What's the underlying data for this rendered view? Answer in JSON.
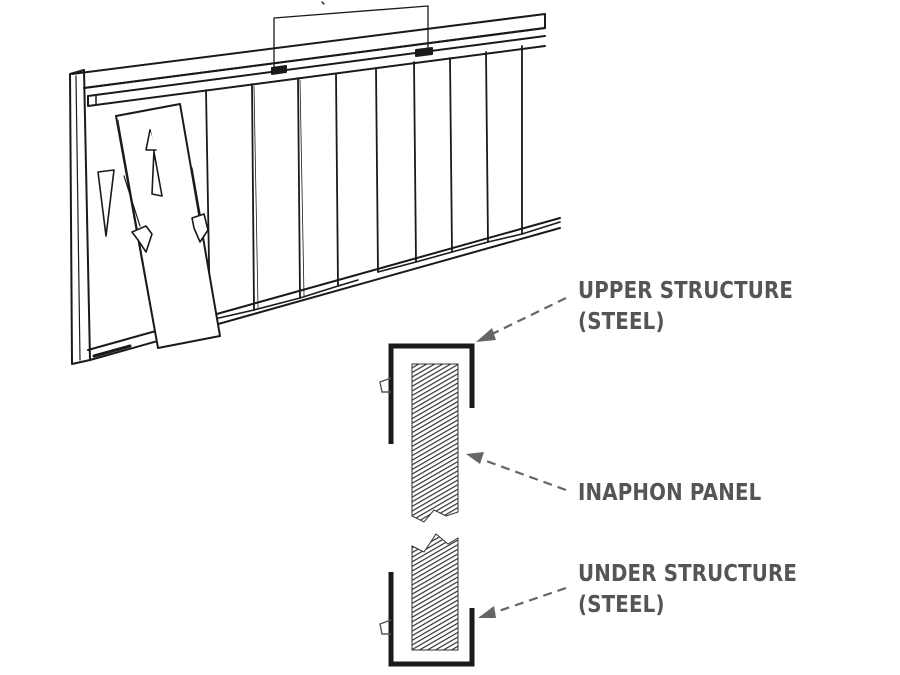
{
  "labels": {
    "upper_structure": {
      "line1": "UPPER STRUCTURE",
      "line2": "(STEEL)"
    },
    "inaphon_panel": {
      "line1": "INAPHON PANEL"
    },
    "under_structure": {
      "line1": "UNDER STRUCTURE",
      "line2": "(STEEL)"
    }
  },
  "colors": {
    "ink": "#1a1a1a",
    "label_text": "#555555",
    "hatch": "#333333",
    "arrow": "#666666",
    "background": "#ffffff"
  }
}
